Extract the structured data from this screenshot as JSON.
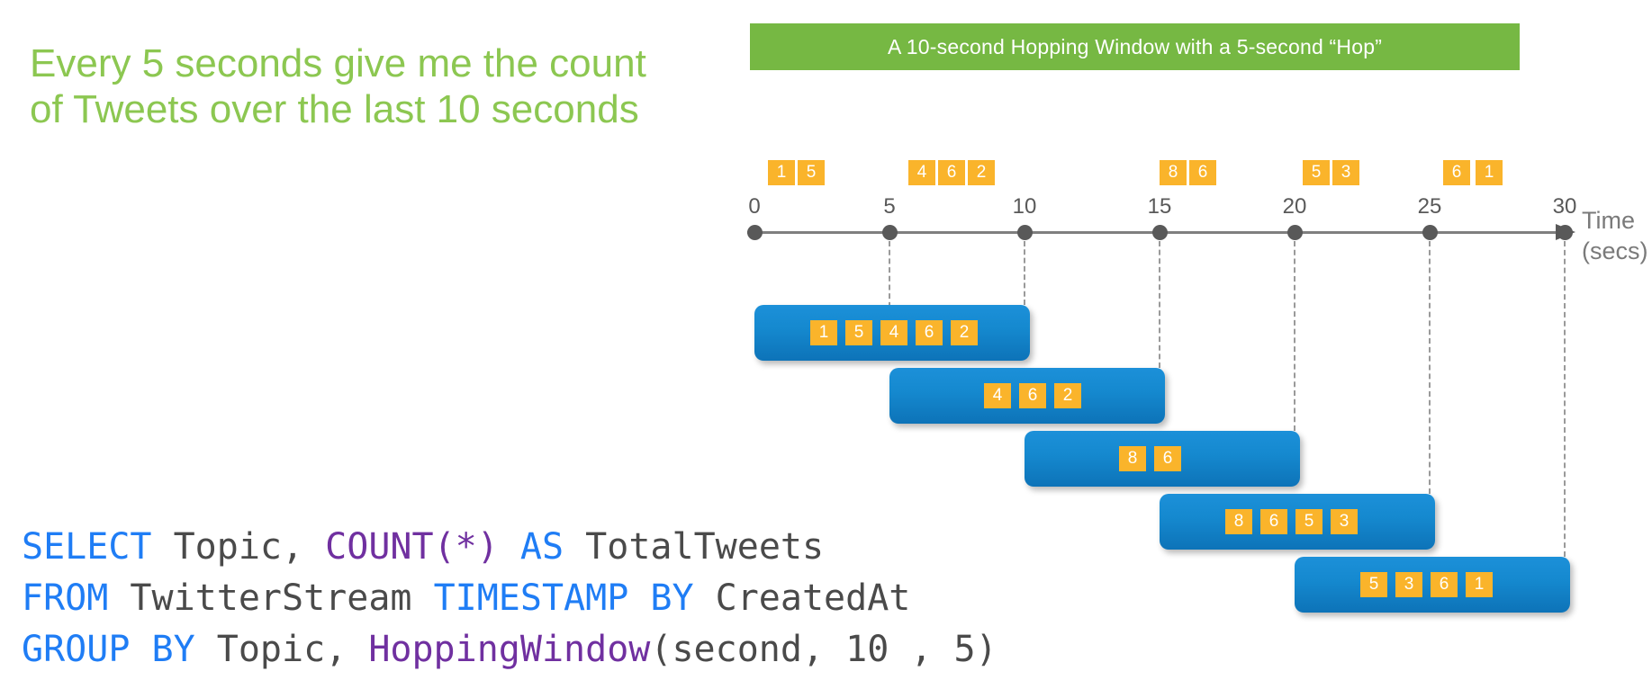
{
  "headline": "Every 5 seconds give me the count of Tweets over the last 10 seconds",
  "banner": {
    "title": "A 10-second Hopping Window with a 5-second “Hop”",
    "background": "#76B843",
    "text_color": "#FFFFFF"
  },
  "colors": {
    "headline_green": "#8CC751",
    "chip_orange": "#FAB42B",
    "window_blue_top": "#1C90D9",
    "window_blue_bottom": "#0D73B8",
    "axis_gray": "#595959",
    "sql_keyword_blue": "#1F7DF5",
    "sql_function_purple": "#7030A0",
    "sql_identifier_gray": "#4A4A4A"
  },
  "chart_data": {
    "type": "timeline",
    "title": "A 10-second Hopping Window with a 5-second “Hop”",
    "xlabel": "Time",
    "xunit": "(secs)",
    "xlim": [
      0,
      30
    ],
    "tick_labels": [
      "0",
      "5",
      "10",
      "15",
      "20",
      "25",
      "30"
    ],
    "tick_values": [
      0,
      5,
      10,
      15,
      20,
      25,
      30
    ],
    "grid": false,
    "legend": "none",
    "events": [
      {
        "value": "1",
        "time": 1.0
      },
      {
        "value": "5",
        "time": 2.1
      },
      {
        "value": "4",
        "time": 6.2
      },
      {
        "value": "6",
        "time": 7.3
      },
      {
        "value": "2",
        "time": 8.4
      },
      {
        "value": "8",
        "time": 15.5
      },
      {
        "value": "6",
        "time": 16.6
      },
      {
        "value": "5",
        "time": 20.8
      },
      {
        "value": "3",
        "time": 21.9
      },
      {
        "value": "6",
        "time": 26.0
      },
      {
        "value": "1",
        "time": 27.2
      }
    ],
    "windows": [
      {
        "label": "window-0-10",
        "start": 0,
        "end": 10,
        "values": [
          "1",
          "5",
          "4",
          "6",
          "2"
        ],
        "count": 5
      },
      {
        "label": "window-5-15",
        "start": 5,
        "end": 15,
        "values": [
          "4",
          "6",
          "2"
        ],
        "count": 3
      },
      {
        "label": "window-10-20",
        "start": 10,
        "end": 20,
        "values": [
          "8",
          "6"
        ],
        "count": 2
      },
      {
        "label": "window-15-25",
        "start": 15,
        "end": 25,
        "values": [
          "8",
          "6",
          "5",
          "3"
        ],
        "count": 4
      },
      {
        "label": "window-20-30",
        "start": 20,
        "end": 30,
        "values": [
          "5",
          "3",
          "6",
          "1"
        ],
        "count": 4
      }
    ],
    "guides": [
      5,
      10,
      15,
      20,
      25,
      30
    ]
  },
  "sql": {
    "lines": [
      [
        {
          "t": "SELECT",
          "c": "kw"
        },
        {
          "t": " Topic, ",
          "c": "id"
        },
        {
          "t": "COUNT(*)",
          "c": "fn"
        },
        {
          "t": " ",
          "c": "id"
        },
        {
          "t": "AS",
          "c": "kw"
        },
        {
          "t": " TotalTweets",
          "c": "id"
        }
      ],
      [
        {
          "t": "FROM",
          "c": "kw"
        },
        {
          "t": " TwitterStream ",
          "c": "id"
        },
        {
          "t": "TIMESTAMP BY",
          "c": "kw"
        },
        {
          "t": " CreatedAt",
          "c": "id"
        }
      ],
      [
        {
          "t": "GROUP BY",
          "c": "kw"
        },
        {
          "t": " Topic, ",
          "c": "id"
        },
        {
          "t": "HoppingWindow",
          "c": "fn"
        },
        {
          "t": "(second, 10 , 5)",
          "c": "id"
        }
      ]
    ],
    "plain": "SELECT Topic, COUNT(*) AS TotalTweets\nFROM TwitterStream TIMESTAMP BY CreatedAt\nGROUP BY Topic, HoppingWindow(second, 10 , 5)"
  }
}
